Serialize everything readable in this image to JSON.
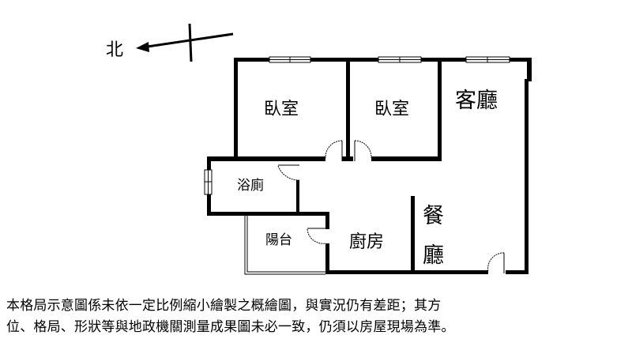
{
  "compass": {
    "north_label": "北"
  },
  "rooms": {
    "bedroom_1": "臥室",
    "bedroom_2": "臥室",
    "living_room": "客廳",
    "bathroom": "浴廁",
    "balcony": "陽台",
    "kitchen": "廚房",
    "dining_line1": "餐",
    "dining_line2": "廳"
  },
  "disclaimer": {
    "line1": "本格局示意圖係未依一定比例縮小繪製之概繪圖，與實況仍有差距；其方",
    "line2": "位、格局、形狀等與地政機關測量成果圖未必一致，仍須以房屋現場為準。"
  }
}
